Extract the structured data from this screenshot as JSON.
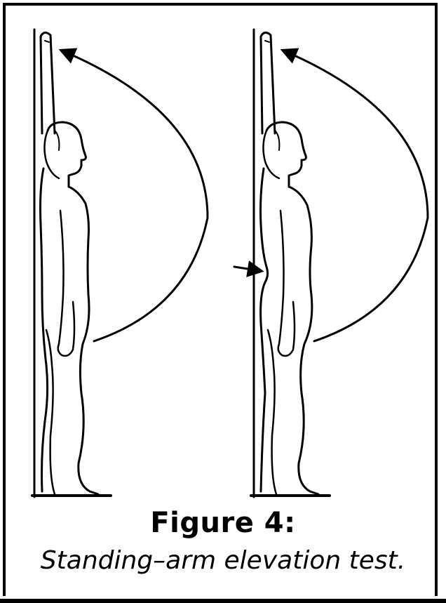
{
  "figure": {
    "title": "Figure 4:",
    "caption": "Standing–arm elevation test."
  },
  "figures": [
    {
      "id": "left",
      "posture": "normal"
    },
    {
      "id": "right",
      "posture": "arched-back",
      "indicator": "arrow"
    }
  ]
}
